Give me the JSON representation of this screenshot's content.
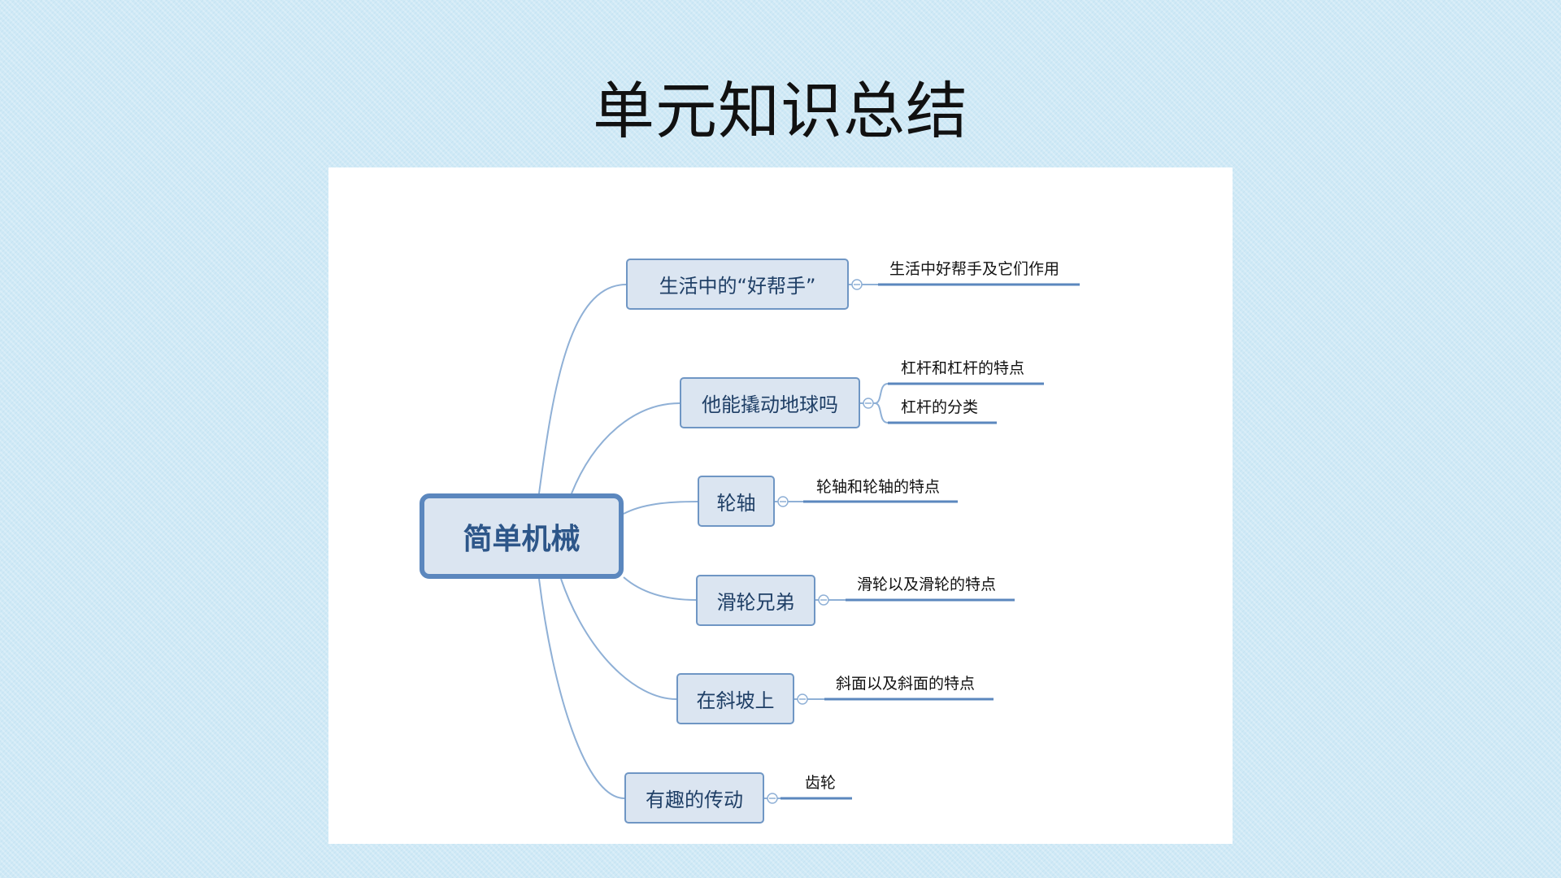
{
  "slide": {
    "title": "单元知识总结"
  },
  "mindmap": {
    "root": "简单机械",
    "branches": [
      {
        "label": "生活中的“好帮手”",
        "leaves": [
          "生活中好帮手及它们作用"
        ]
      },
      {
        "label": "他能撬动地球吗",
        "leaves": [
          "杠杆和杠杆的特点",
          "杠杆的分类"
        ]
      },
      {
        "label": "轮轴",
        "leaves": [
          "轮轴和轮轴的特点"
        ]
      },
      {
        "label": "滑轮兄弟",
        "leaves": [
          "滑轮以及滑轮的特点"
        ]
      },
      {
        "label": "在斜坡上",
        "leaves": [
          "斜面以及斜面的特点"
        ]
      },
      {
        "label": "有趣的传动",
        "leaves": [
          "齿轮"
        ]
      }
    ],
    "colors": {
      "node_fill": "#dbe5f1",
      "node_border": "#6f96c4",
      "root_border": "#5b87be",
      "line": "#8fb0d6",
      "leaf_underline": "#5b87be"
    }
  }
}
